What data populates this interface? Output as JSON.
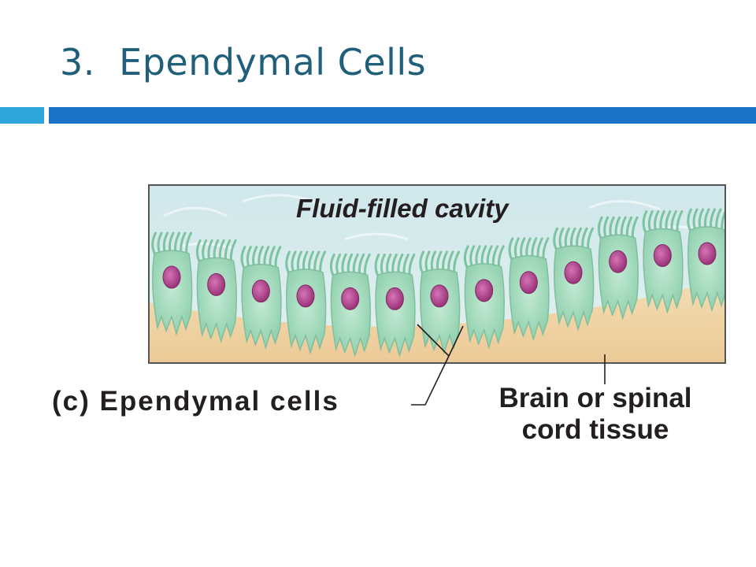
{
  "title": {
    "number": "3.",
    "text": "Ependymal Cells"
  },
  "figure": {
    "cavity_label": "Fluid-filled  cavity",
    "panel_label": "(c)  Ependymal cells",
    "tissue_label_line1": "Brain or spinal",
    "tissue_label_line2": "cord tissue"
  },
  "colors": {
    "title": "#1f5f7a",
    "bar_light": "#2ea6dc",
    "bar_dark": "#1a73c9",
    "fluid": "#d6ecec",
    "tissue": "#efd3a6",
    "cell": "#a9dcbf",
    "nucleus": "#b6478f"
  },
  "icons": [
    "ependymal-cell-icon",
    "cilia-icon",
    "nucleus-icon"
  ]
}
